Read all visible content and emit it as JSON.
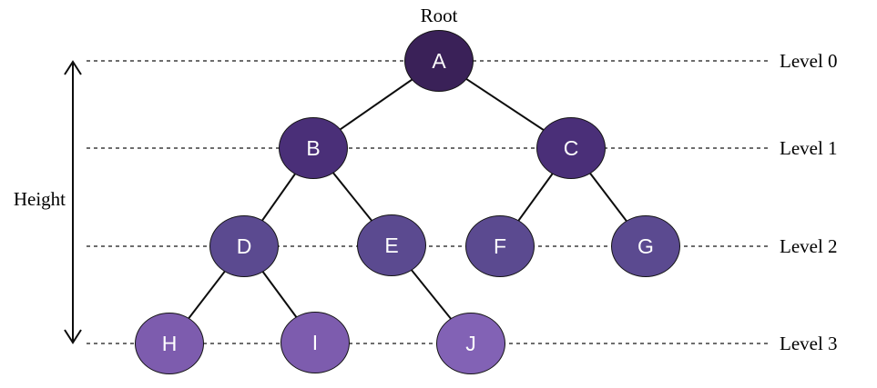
{
  "diagram": {
    "root_label": "Root",
    "height_label": "Height",
    "level_labels": [
      "Level 0",
      "Level 1",
      "Level 2",
      "Level 3"
    ],
    "nodes": [
      {
        "id": "A",
        "label": "A",
        "level": 0,
        "color": "#3a2158"
      },
      {
        "id": "B",
        "label": "B",
        "level": 1,
        "color": "#4a2f78"
      },
      {
        "id": "C",
        "label": "C",
        "level": 1,
        "color": "#4a2f78"
      },
      {
        "id": "D",
        "label": "D",
        "level": 2,
        "color": "#5b4a90"
      },
      {
        "id": "E",
        "label": "E",
        "level": 2,
        "color": "#5b4a90"
      },
      {
        "id": "F",
        "label": "F",
        "level": 2,
        "color": "#5b4a90"
      },
      {
        "id": "G",
        "label": "G",
        "level": 2,
        "color": "#5b4a90"
      },
      {
        "id": "H",
        "label": "H",
        "level": 3,
        "color": "#7d5cae"
      },
      {
        "id": "I",
        "label": "I",
        "level": 3,
        "color": "#7d5cae"
      },
      {
        "id": "J",
        "label": "J",
        "level": 3,
        "color": "#8262b5"
      }
    ],
    "edges": [
      {
        "from": "A",
        "to": "B"
      },
      {
        "from": "A",
        "to": "C"
      },
      {
        "from": "B",
        "to": "D"
      },
      {
        "from": "B",
        "to": "E"
      },
      {
        "from": "C",
        "to": "F"
      },
      {
        "from": "C",
        "to": "G"
      },
      {
        "from": "D",
        "to": "H"
      },
      {
        "from": "D",
        "to": "I"
      },
      {
        "from": "E",
        "to": "J"
      }
    ],
    "line_colors": {
      "edge": "#0d0d0d",
      "level_line": "#3d3d3d",
      "height_arrow": "#0d0d0d"
    }
  }
}
